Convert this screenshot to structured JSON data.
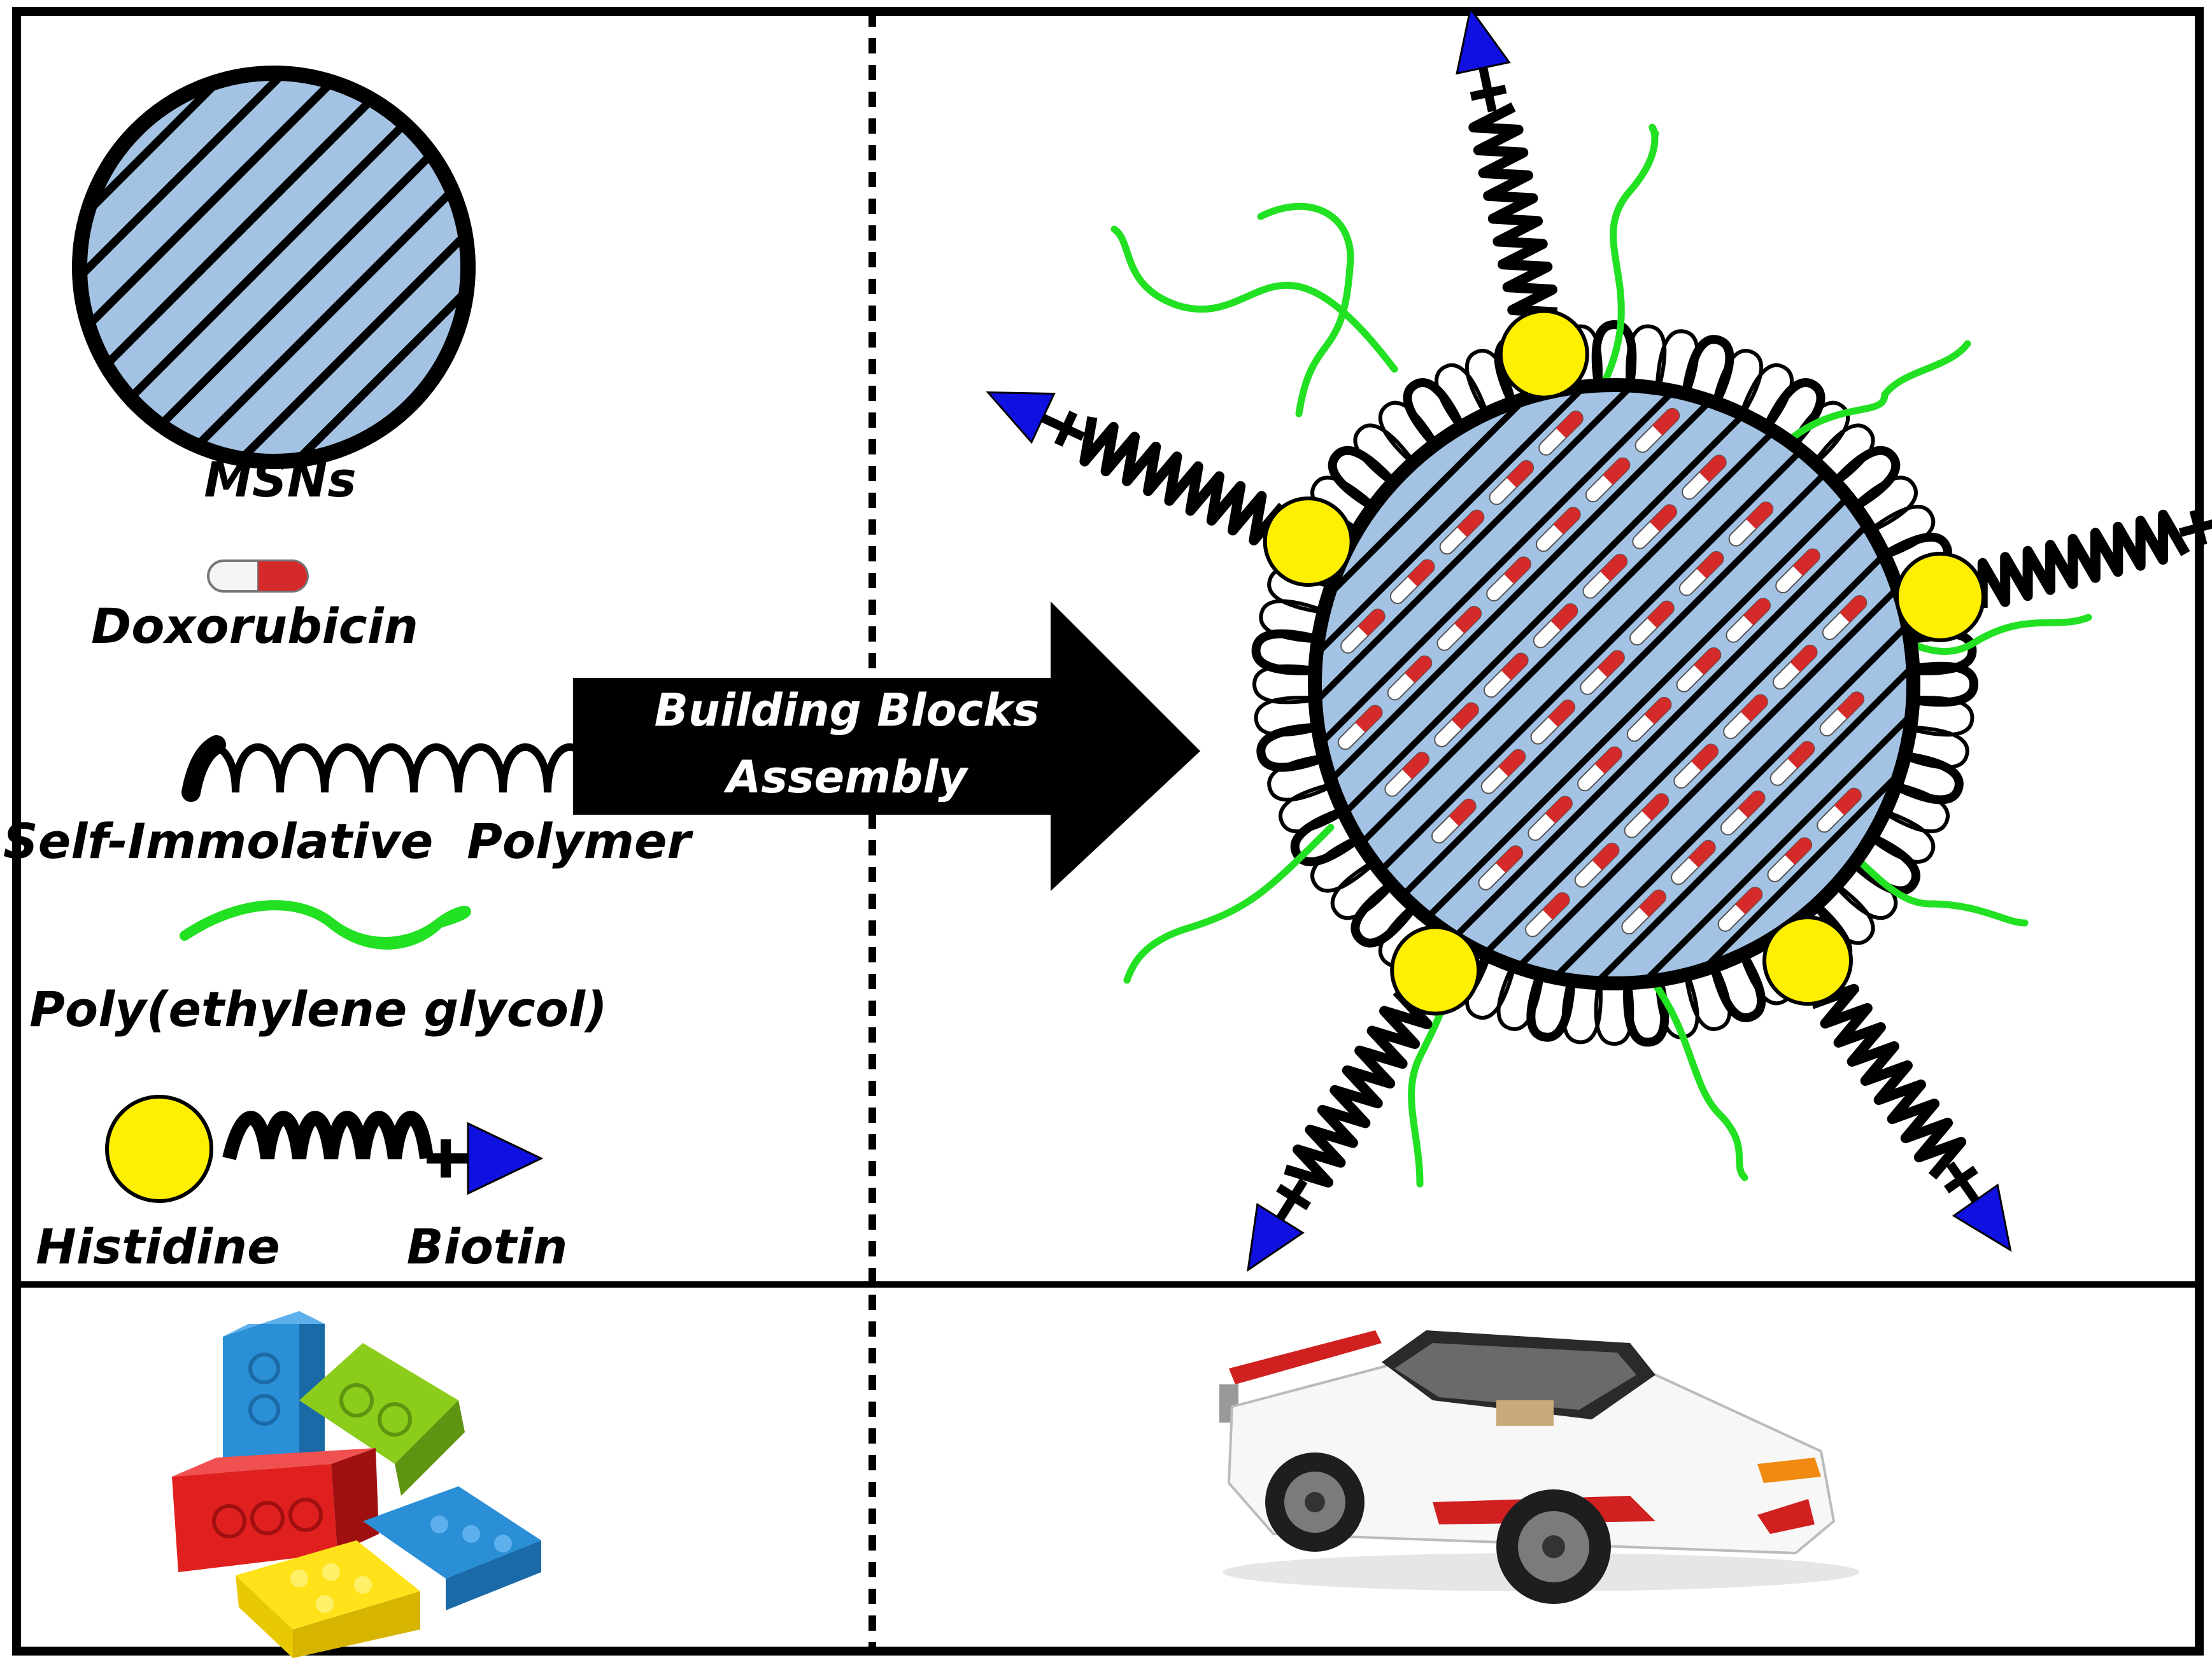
{
  "legend": {
    "msns_label": "MSNs",
    "doxorubicin_label": "Doxorubicin",
    "polymer_label": "Self-Immolative  Polymer",
    "peg_label": "Poly(ethylene glycol)",
    "histidine_label": "Histidine",
    "biotin_label": "Biotin"
  },
  "assembly_arrow": {
    "line1": "Building Blocks",
    "line2": "Assembly"
  },
  "colors": {
    "silica": "#a4c3e4",
    "drug_red": "#d42a2a",
    "drug_white": "#ffffff",
    "peg_green": "#22e022",
    "histidine_yellow": "#ffef00",
    "biotin_blue": "#1010e0",
    "ink": "#000000"
  },
  "icons": {
    "bricks": "toy-bricks-pile-icon",
    "car": "toy-brick-car-icon"
  }
}
